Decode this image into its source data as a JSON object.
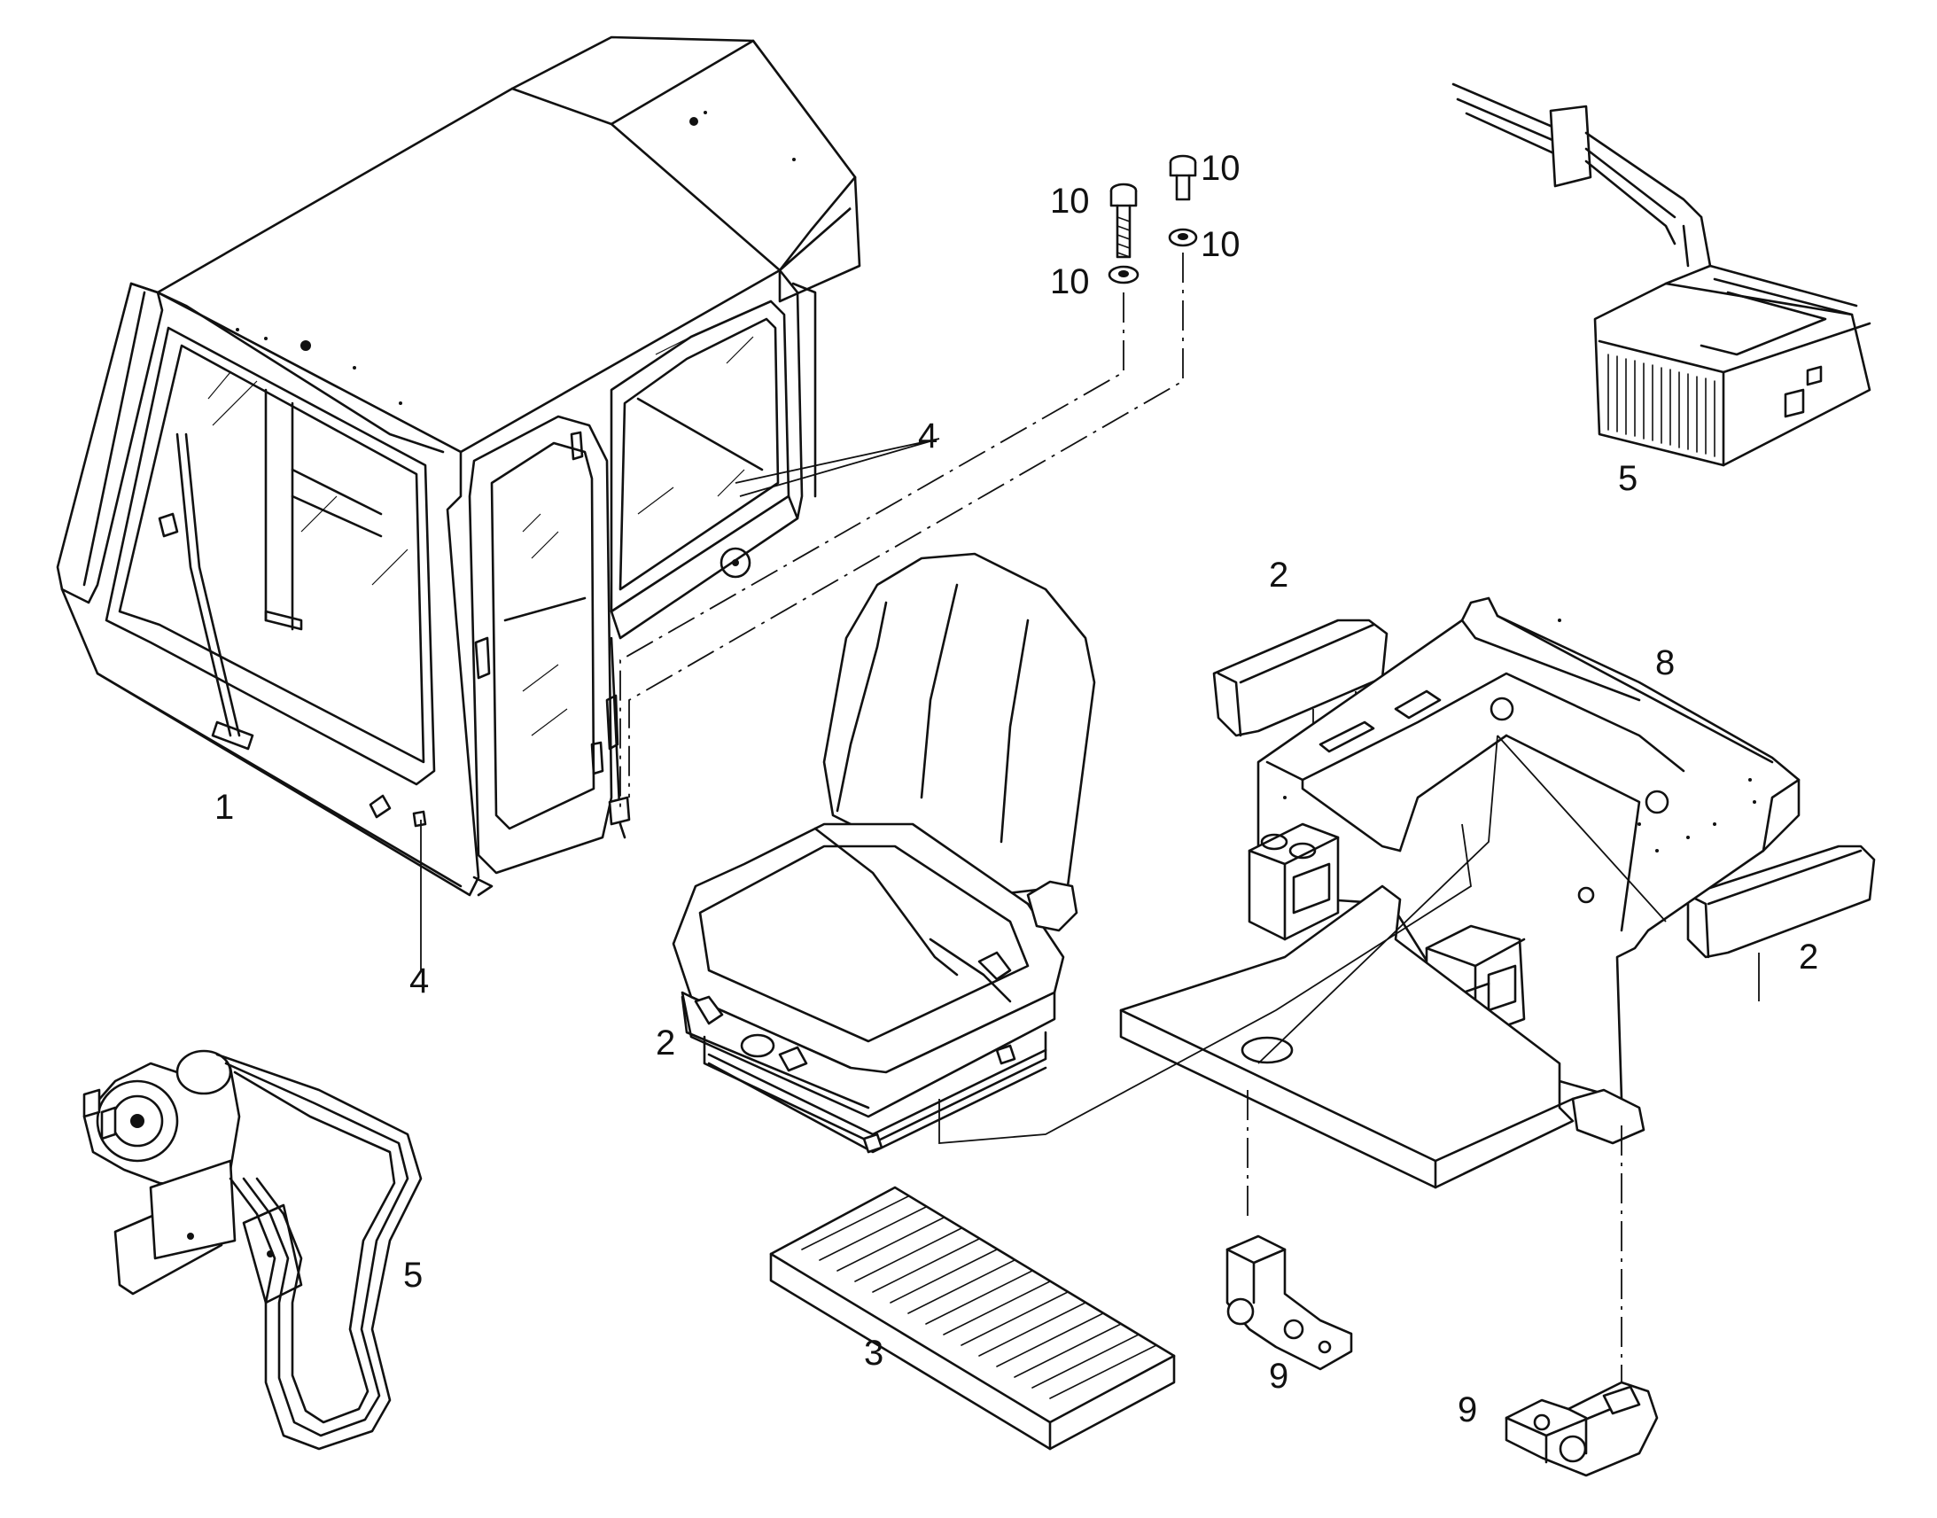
{
  "callouts": {
    "c1": "1",
    "c2a": "2",
    "c2b": "2",
    "c2c": "2",
    "c3": "3",
    "c4a": "4",
    "c4b": "4",
    "c5a": "5",
    "c5b": "5",
    "c8": "8",
    "c9a": "9",
    "c9b": "9",
    "c10a": "10",
    "c10b": "10",
    "c10c": "10",
    "c10d": "10"
  }
}
